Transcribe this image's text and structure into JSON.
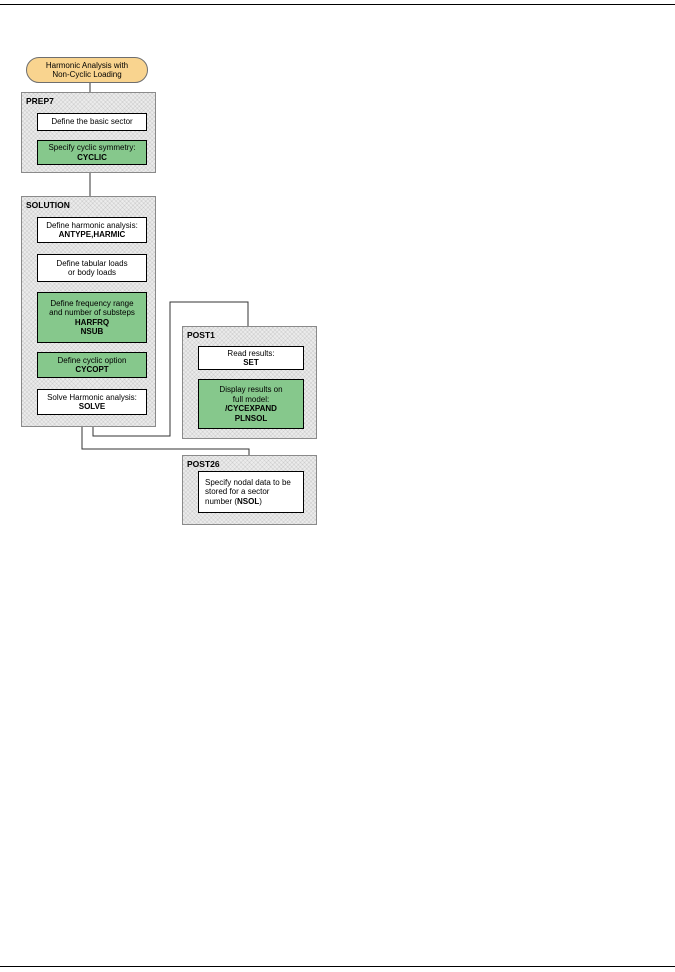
{
  "start": {
    "line1": "Harmonic Analysis with",
    "line2": "Non-Cyclic Loading"
  },
  "prep7": {
    "title": "PREP7",
    "define_sector": "Define the basic sector",
    "cyclic_line1": "Specify cyclic symmetry:",
    "cyclic_cmd": "CYCLIC"
  },
  "solution": {
    "title": "SOLUTION",
    "harmonic_line1": "Define harmonic analysis:",
    "harmonic_cmd": "ANTYPE,HARMIC",
    "loads_line1": "Define  tabular loads",
    "loads_line2": "or body loads",
    "freq_line1": "Define frequency range",
    "freq_line2": "and number of substeps",
    "freq_cmd1": "HARFRQ",
    "freq_cmd2": "NSUB",
    "cycopt_line1": "Define cyclic option",
    "cycopt_cmd": "CYCOPT",
    "solve_line1": "Solve Harmonic analysis:",
    "solve_cmd": "SOLVE"
  },
  "post1": {
    "title": "POST1",
    "read_line1": "Read results:",
    "read_cmd": "SET",
    "display_line1": "Display results on",
    "display_line2": "full model:",
    "display_cmd1": "/CYCEXPAND",
    "display_cmd2": "PLNSOL"
  },
  "post26": {
    "title": "POST26",
    "nodal_line1": "Specify nodal data to be",
    "nodal_line2": "stored for a sector",
    "nodal_line3_prefix": "number (",
    "nodal_cmd": "NSOL",
    "nodal_line3_suffix": ")"
  },
  "colors": {
    "start_fill": "#f9d48f",
    "command_box_fill": "#86c88c",
    "panel_fill": "#ececec",
    "step_box_fill": "#ffffff"
  }
}
